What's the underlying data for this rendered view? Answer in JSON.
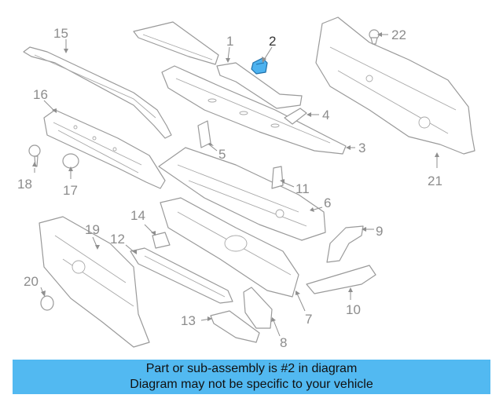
{
  "diagram": {
    "highlight_color": "#4db2ef",
    "callouts": [
      {
        "id": "c1",
        "label": "1"
      },
      {
        "id": "c2",
        "label": "2",
        "highlighted": true
      },
      {
        "id": "c3",
        "label": "3"
      },
      {
        "id": "c4",
        "label": "4"
      },
      {
        "id": "c5",
        "label": "5"
      },
      {
        "id": "c6",
        "label": "6"
      },
      {
        "id": "c7",
        "label": "7"
      },
      {
        "id": "c8",
        "label": "8"
      },
      {
        "id": "c9",
        "label": "9"
      },
      {
        "id": "c10",
        "label": "10"
      },
      {
        "id": "c11",
        "label": "11"
      },
      {
        "id": "c12",
        "label": "12"
      },
      {
        "id": "c13",
        "label": "13"
      },
      {
        "id": "c14",
        "label": "14"
      },
      {
        "id": "c15",
        "label": "15"
      },
      {
        "id": "c16",
        "label": "16"
      },
      {
        "id": "c17",
        "label": "17"
      },
      {
        "id": "c18",
        "label": "18"
      },
      {
        "id": "c19",
        "label": "19"
      },
      {
        "id": "c20",
        "label": "20"
      },
      {
        "id": "c21",
        "label": "21"
      },
      {
        "id": "c22",
        "label": "22"
      }
    ]
  },
  "banner": {
    "color": "#52b9f1",
    "line1": "Part or sub-assembly is #2 in diagram",
    "line2": "Diagram may not be specific to your vehicle"
  }
}
